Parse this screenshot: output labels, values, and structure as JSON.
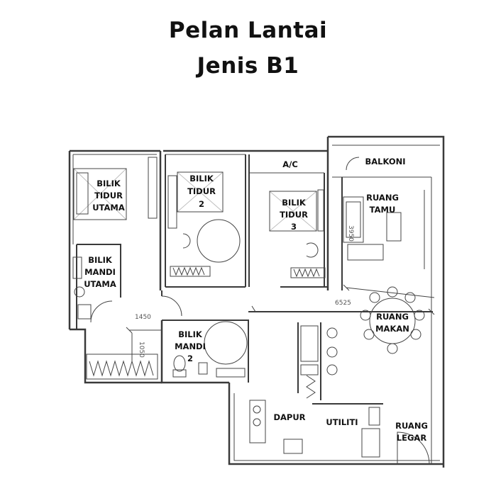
{
  "title": {
    "line1": "Pelan Lantai",
    "line2": "Jenis B1"
  },
  "rooms": {
    "bilik_tidur_utama": [
      "BILIK",
      "TIDUR",
      "UTAMA"
    ],
    "bilik_tidur_2": [
      "BILIK",
      "TIDUR",
      "2"
    ],
    "bilik_tidur_3": [
      "BILIK",
      "TIDUR",
      "3"
    ],
    "bilik_mandi_utama": [
      "BILIK",
      "MANDI",
      "UTAMA"
    ],
    "bilik_mandi_2": [
      "BILIK",
      "MANDI",
      "2"
    ],
    "ac": "A/C",
    "balkoni": "BALKONI",
    "ruang_tamu": [
      "RUANG",
      "TAMU"
    ],
    "ruang_makan": [
      "RUANG",
      "MAKAN"
    ],
    "dapur": "DAPUR",
    "utiliti": "UTILITI",
    "ruang_legar": [
      "RUANG",
      "LEGAR"
    ]
  },
  "dimensions": {
    "d1450": "1450",
    "d1050": "1050",
    "d6525": "6525",
    "d3950": "3950"
  }
}
